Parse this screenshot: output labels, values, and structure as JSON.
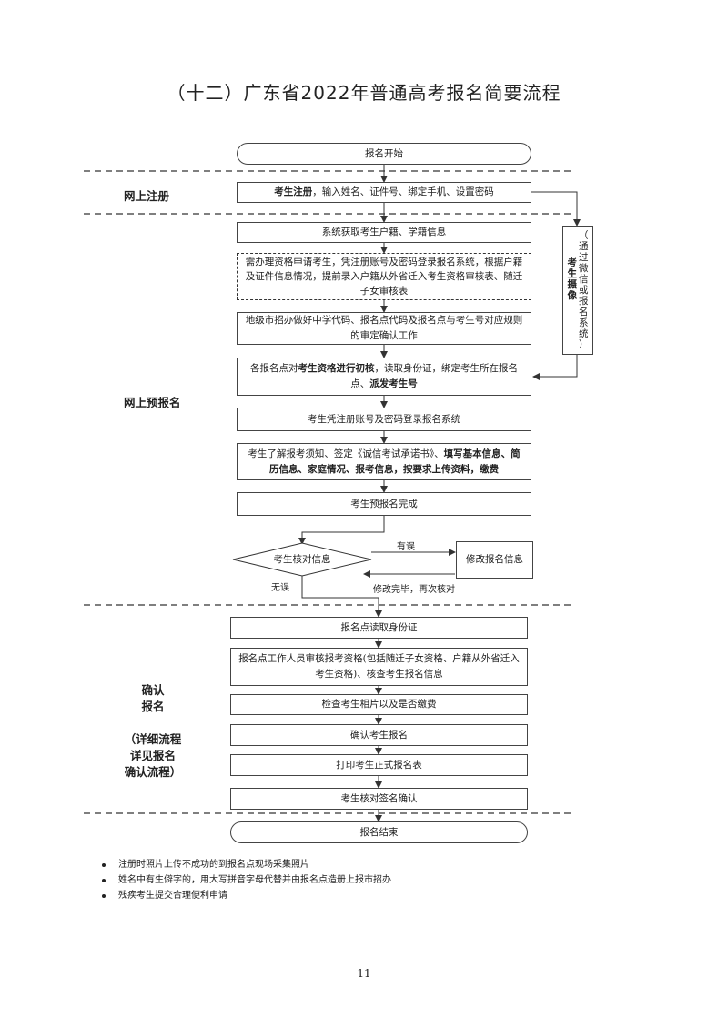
{
  "title": "（十二）广东省2022年普通高考报名简要流程",
  "sections": {
    "register": "网上注册",
    "prereg": "网上预报名",
    "confirm_1": "确认",
    "confirm_2": "报名",
    "confirm_3": "（详细流程",
    "confirm_4": "详见报名",
    "confirm_5": "确认流程）"
  },
  "steps": {
    "start": "报名开始",
    "register_bold": "考生注册",
    "register_rest": "，输入姓名、证件号、绑定手机、设置密码",
    "fetch": "系统获取考生户籍、学籍信息",
    "qualify": "需办理资格申请考生，凭注册账号及密码登录报名系统，根据户籍及证件信息情况，提前录入户籍从外省迁入考生资格审核表、随迁子女审核表",
    "city": "地级市招办做好中学代码、报名点代码及报名点与考生号对应规则的审定确认工作",
    "review_a": "各报名点对",
    "review_b": "考生资格进行初核",
    "review_c": "，读取身份证，绑定考生所在报名点、",
    "review_d": "派发考生号",
    "login": "考生凭注册账号及密码登录报名系统",
    "fill_a": "考生了解报考须知、签定《诚信考试承诺书》、",
    "fill_b": "填写基本信息、简历信息、家庭情况、报考信息，按要求上传资料，缴费",
    "done": "考生预报名完成",
    "check": "考生核对信息",
    "edit": "修改报名信息",
    "read_id": "报名点读取身份证",
    "staff": "报名点工作人员审核报考资格(包括随迁子女资格、户籍从外省迁入考生资格)、核查考生报名信息",
    "photo": "检查考生相片以及是否缴费",
    "confirm": "确认考生报名",
    "print": "打印考生正式报名表",
    "sign": "考生核对签名确认",
    "end": "报名结束"
  },
  "side_box": {
    "bold": [
      "考",
      "生",
      "摄",
      "像"
    ],
    "normal": [
      "（",
      "通",
      "过",
      "微",
      "信",
      "或",
      "报",
      "名",
      "系",
      "统",
      "）"
    ]
  },
  "labels": {
    "wrong": "有误",
    "right": "无误",
    "back": "修改完毕，再次核对"
  },
  "notes": [
    "注册时照片上传不成功的到报名点现场采集照片",
    "姓名中有生僻字的，用大写拼音字母代替并由报名点造册上报市招办",
    "残疾考生提交合理便利申请"
  ],
  "page_number": "11"
}
